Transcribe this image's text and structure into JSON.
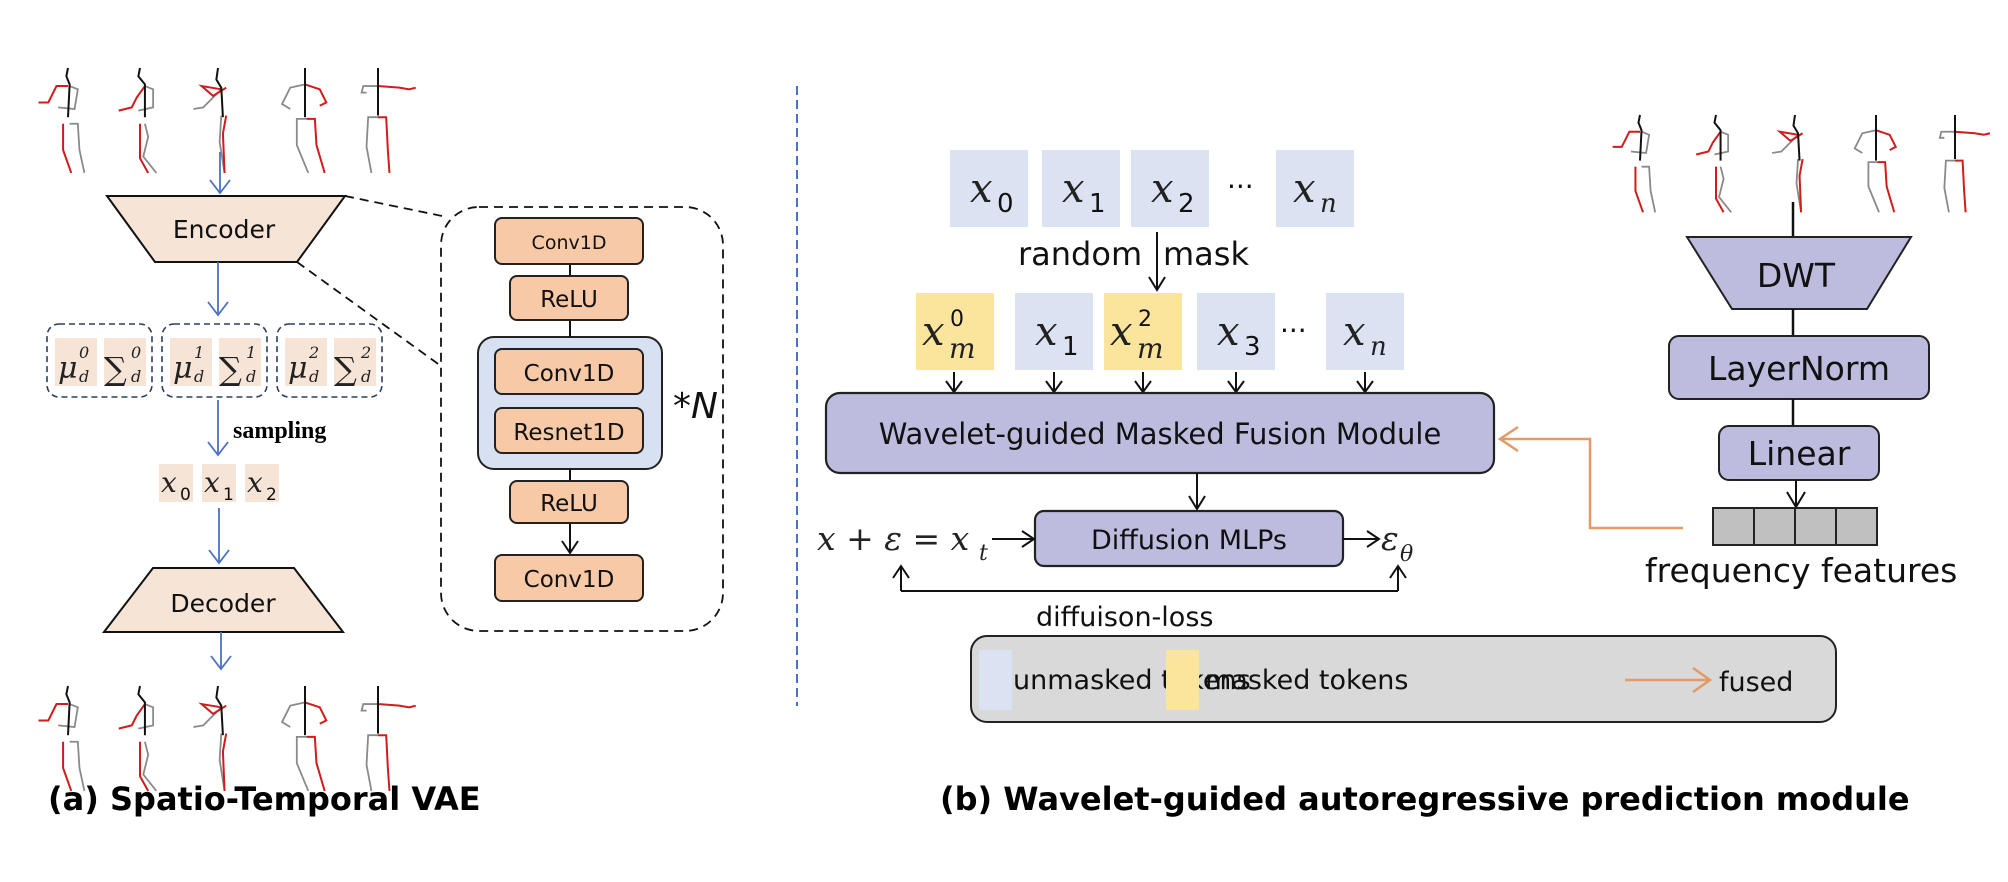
{
  "colors": {
    "vae_fill": "#f6e4d6",
    "conv_fill": "#f8c9a7",
    "resblock_fill": "#d7e1f1",
    "token_unmasked": "#dbe3f2",
    "token_masked": "#fbe49c",
    "module_fill": "#bdbcde",
    "legend_fill": "#d9d9d9",
    "feature_cell": "#c0c0c0",
    "vae_arrow": "#4a72c2",
    "fused_arrow": "#e39a66",
    "skeleton_red": "#d01c1c",
    "skeleton_gray": "#8a8a8a",
    "divider": "#4a72c2"
  },
  "panel_a": {
    "encoder_label": "Encoder",
    "decoder_label": "Decoder",
    "latent_groups": [
      {
        "mu": "μ",
        "mu_sup": "0",
        "sigma": "∑",
        "sigma_sup": "0",
        "sub": "d"
      },
      {
        "mu": "μ",
        "mu_sup": "1",
        "sigma": "∑",
        "sigma_sup": "1",
        "sub": "d"
      },
      {
        "mu": "μ",
        "mu_sup": "2",
        "sigma": "∑",
        "sigma_sup": "2",
        "sub": "d"
      }
    ],
    "sampling_label": "sampling",
    "latent_tokens": [
      {
        "base": "x",
        "sub": "0"
      },
      {
        "base": "x",
        "sub": "1"
      },
      {
        "base": "x",
        "sub": "2"
      }
    ],
    "detail_blocks": [
      "Conv1D",
      "ReLU",
      "Conv1D",
      "Resnet1D",
      "ReLU",
      "Conv1D"
    ],
    "repeat_label": "*N",
    "caption": "(a) Spatio-Temporal VAE"
  },
  "panel_b": {
    "input_tokens": [
      {
        "base": "x",
        "sub": "0"
      },
      {
        "base": "x",
        "sub": "1"
      },
      {
        "base": "x",
        "sub": "2"
      },
      {
        "ellipsis": "···"
      },
      {
        "base": "x",
        "sub": "n"
      }
    ],
    "random_mask_label_left": "random",
    "random_mask_label_right": "mask",
    "masked_tokens": [
      {
        "base": "x",
        "sub": "m",
        "sup": "0",
        "masked": true
      },
      {
        "base": "x",
        "sub": "1",
        "masked": false
      },
      {
        "base": "x",
        "sub": "m",
        "sup": "2",
        "masked": true
      },
      {
        "base": "x",
        "sub": "3",
        "masked": false
      },
      {
        "ellipsis": "···"
      },
      {
        "base": "x",
        "sub": "n",
        "masked": false
      }
    ],
    "fusion_module_label": "Wavelet-guided Masked Fusion Module",
    "diffusion_label": "Diffusion MLPs",
    "equation_left": "x + ε = x",
    "equation_left_sub": "t",
    "output_symbol": "ε",
    "output_sub": "θ",
    "loss_label": "diffuison-loss",
    "dwt_label": "DWT",
    "layernorm_label": "LayerNorm",
    "linear_label": "Linear",
    "feature_cells": 4,
    "features_label": "frequency features",
    "legend": {
      "unmasked": "unmasked tokens",
      "masked": "masked tokens",
      "fused": "fused"
    },
    "caption": "(b) Wavelet-guided autoregressive prediction module"
  }
}
